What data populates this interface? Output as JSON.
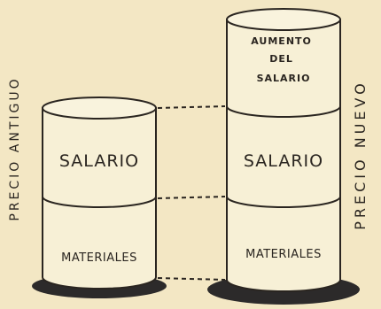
{
  "diagram": {
    "old_price_label": "PRECIO ANTIGUO",
    "new_price_label": "PRECIO NUEVO",
    "old_cylinder": {
      "segments": [
        "SALARIO",
        "MATERIALES"
      ]
    },
    "new_cylinder": {
      "segments": [
        "AUMENTO DEL SALARIO",
        "SALARIO",
        "MATERIALES"
      ]
    }
  },
  "colors": {
    "background": "#f3e7c4",
    "cylinder_fill": "#f7f0d6",
    "ink": "#2a2520",
    "shadow": "#2c2a2a"
  }
}
